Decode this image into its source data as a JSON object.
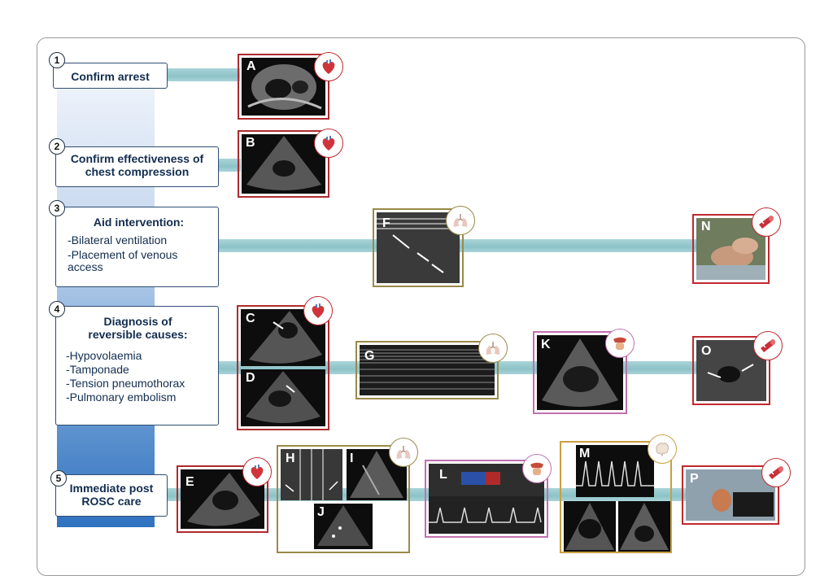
{
  "steps": [
    {
      "num": "1",
      "title": "Confirm arrest",
      "items": []
    },
    {
      "num": "2",
      "title": "Confirm effectiveness of chest compression",
      "items": []
    },
    {
      "num": "3",
      "title": "Aid intervention:",
      "items": [
        "-Bilateral ventilation",
        "-Placement of venous access"
      ]
    },
    {
      "num": "4",
      "title": "Diagnosis of reversible causes:",
      "items": [
        "-Hypovolaemia",
        "-Tamponade",
        "-Tension pneumothorax",
        "-Pulmonary embolism"
      ]
    },
    {
      "num": "5",
      "title": "Immediate post ROSC care",
      "items": []
    }
  ],
  "panels": {
    "A": "A",
    "B": "B",
    "C": "C",
    "D": "D",
    "E": "E",
    "F": "F",
    "G": "G",
    "H": "H",
    "I": "I",
    "J": "J",
    "K": "K",
    "L": "L",
    "M": "M",
    "N": "N",
    "O": "O",
    "P": "P"
  },
  "icons": {
    "heart": "heart-icon",
    "lung": "lung-icon",
    "abdomen": "abdomen-icon",
    "vessel": "vessel-icon",
    "brain": "brain-icon"
  },
  "colors": {
    "heart": "#c0282f",
    "lung": "#9a8a4a",
    "abdomen": "#c070b0",
    "vessel": "#c0282f",
    "brain": "#c9a040",
    "connector": "#9ccbd0",
    "step_border": "#2f4d73"
  }
}
